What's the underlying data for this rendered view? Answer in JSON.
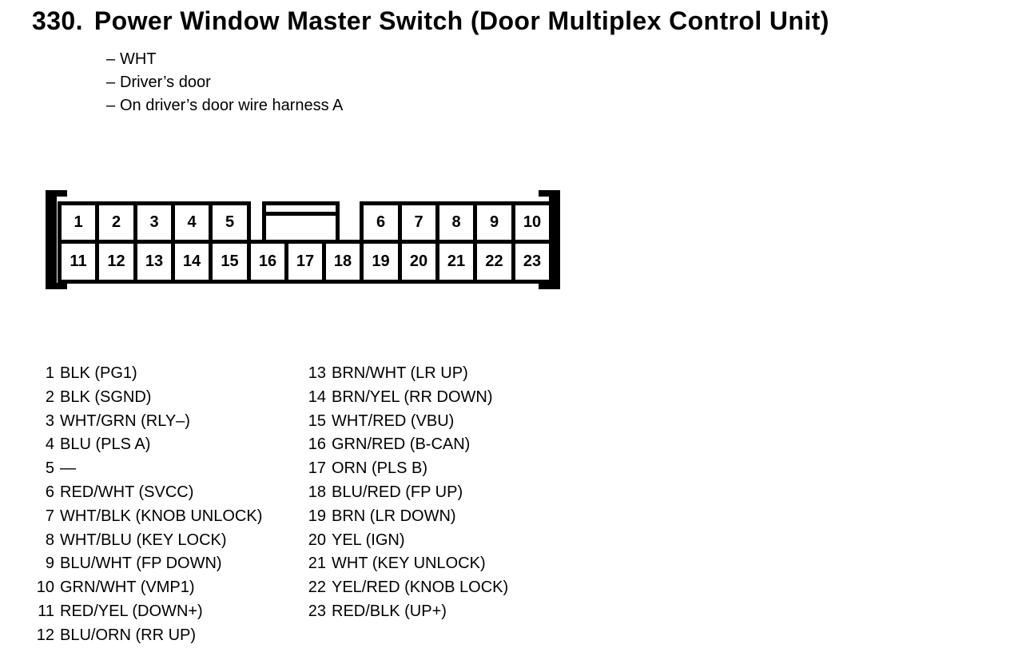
{
  "header": {
    "section_number": "330.",
    "title": "Power Window Master Switch (Door Multiplex Control Unit)",
    "notes": [
      {
        "dash": "–",
        "text": "WHT"
      },
      {
        "dash": "–",
        "text": "Driver’s door"
      },
      {
        "dash": "–",
        "text": "On driver’s door wire harness A"
      }
    ]
  },
  "connector": {
    "top_left_pins": [
      "1",
      "2",
      "3",
      "4",
      "5"
    ],
    "top_right_pins": [
      "6",
      "7",
      "8",
      "9",
      "10"
    ],
    "bottom_pins": [
      "11",
      "12",
      "13",
      "14",
      "15",
      "16",
      "17",
      "18",
      "19",
      "20",
      "21",
      "22",
      "23"
    ]
  },
  "pin_list": {
    "left": [
      {
        "pin": "1",
        "label": "BLK (PG1)"
      },
      {
        "pin": "2",
        "label": "BLK (SGND)"
      },
      {
        "pin": "3",
        "label": "WHT/GRN (RLY–)"
      },
      {
        "pin": "4",
        "label": "BLU (PLS A)"
      },
      {
        "pin": "5",
        "label": "—"
      },
      {
        "pin": "6",
        "label": "RED/WHT (SVCC)"
      },
      {
        "pin": "7",
        "label": "WHT/BLK (KNOB UNLOCK)"
      },
      {
        "pin": "8",
        "label": "WHT/BLU (KEY LOCK)"
      },
      {
        "pin": "9",
        "label": "BLU/WHT (FP DOWN)"
      },
      {
        "pin": "10",
        "label": "GRN/WHT (VMP1)"
      },
      {
        "pin": "11",
        "label": "RED/YEL (DOWN+)"
      },
      {
        "pin": "12",
        "label": "BLU/ORN (RR UP)"
      }
    ],
    "right": [
      {
        "pin": "13",
        "label": "BRN/WHT (LR UP)"
      },
      {
        "pin": "14",
        "label": "BRN/YEL (RR DOWN)"
      },
      {
        "pin": "15",
        "label": "WHT/RED (VBU)"
      },
      {
        "pin": "16",
        "label": "GRN/RED (B-CAN)"
      },
      {
        "pin": "17",
        "label": "ORN (PLS B)"
      },
      {
        "pin": "18",
        "label": "BLU/RED (FP UP)"
      },
      {
        "pin": "19",
        "label": "BRN (LR DOWN)"
      },
      {
        "pin": "20",
        "label": "YEL (IGN)"
      },
      {
        "pin": "21",
        "label": "WHT (KEY UNLOCK)"
      },
      {
        "pin": "22",
        "label": "YEL/RED (KNOB LOCK)"
      },
      {
        "pin": "23",
        "label": "RED/BLK (UP+)"
      }
    ]
  }
}
